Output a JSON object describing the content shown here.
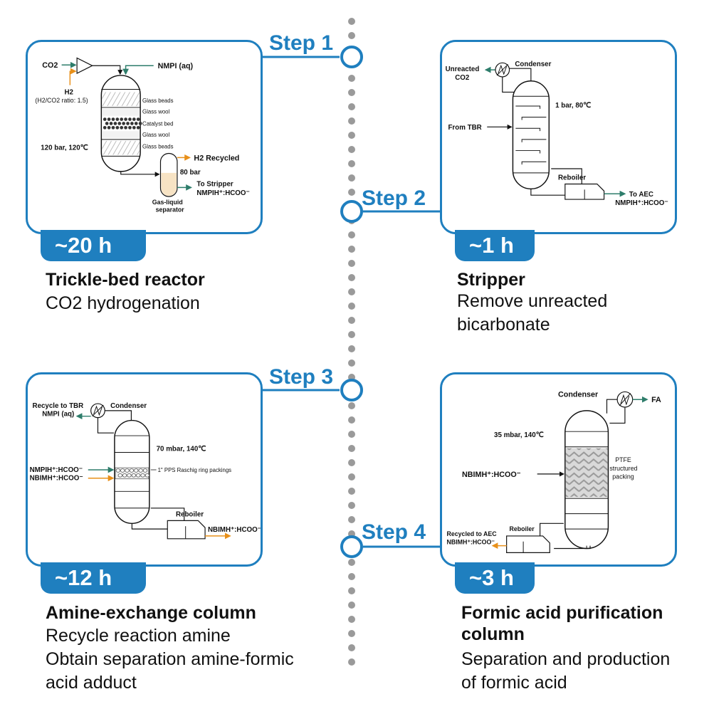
{
  "steps": [
    {
      "label": "Step 1",
      "duration": "~20 h",
      "title": "Trickle-bed reactor",
      "desc_lines": [
        "CO2 hydrogenation"
      ],
      "labels": {
        "co2": "CO2",
        "h2": "H2",
        "h2_ratio": "(H2/CO2 ratio: 1.5)",
        "nmpi": "NMPI (aq)",
        "glass_beads_top": "Glass beads",
        "glass_wool_top": "Glass wool",
        "catalyst": "Catalyst bed",
        "glass_wool_bottom": "Glass wool",
        "glass_beads_bottom": "Glass beads",
        "conditions": "120 bar, 120℃",
        "h2_recycled": "H2 Recycled",
        "pressure": "80 bar",
        "to_stripper": "To Stripper",
        "product": "NMPIH⁺:HCOO⁻",
        "separator_1": "Gas-liquid",
        "separator_2": "separator"
      }
    },
    {
      "label": "Step 2",
      "duration": "~1 h",
      "title": "Stripper",
      "desc_lines": [
        "Remove unreacted",
        "bicarbonate"
      ],
      "labels": {
        "unreacted_1": "Unreacted",
        "unreacted_2": "CO2",
        "condenser": "Condenser",
        "conditions": "1 bar, 80℃",
        "from_tbr": "From TBR",
        "reboiler": "Reboiler",
        "to_aec": "To AEC",
        "product": "NMPIH⁺:HCOO⁻"
      }
    },
    {
      "label": "Step 3",
      "duration": "~12 h",
      "title": "Amine-exchange column",
      "desc_lines": [
        "Recycle reaction amine",
        "Obtain separation amine-formic",
        "acid adduct"
      ],
      "labels": {
        "recycle_1": "Recycle to TBR",
        "recycle_2": "NMPI (aq)",
        "condenser": "Condenser",
        "conditions": "70 mbar, 140℃",
        "feed_1": "NMPIH⁺:HCOO⁻",
        "feed_2": "NBIMH⁺:HCOO⁻",
        "packing": "1\" PPS Raschig ring packings",
        "reboiler": "Reboiler",
        "product": "NBIMH⁺:HCOO⁻"
      }
    },
    {
      "label": "Step 4",
      "duration": "~3 h",
      "title": "Formic acid purification column",
      "desc_lines": [
        "Separation and production",
        "of formic acid"
      ],
      "labels": {
        "condenser": "Condenser",
        "fa": "FA",
        "conditions": "35 mbar, 140℃",
        "feed": "NBIMH⁺:HCOO⁻",
        "ptfe_1": "PTFE",
        "ptfe_2": "structured",
        "ptfe_3": "packing",
        "reboiler": "Reboiler",
        "recycled_1": "Recycled to AEC",
        "recycled_2": "NBIMH⁺:HCOO⁻"
      }
    }
  ],
  "colors": {
    "accent": "#1f7fbf",
    "stream_green": "#2e7d6b",
    "stream_orange": "#e8901a",
    "timeline_dot": "#9a9a9a",
    "separator_fill": "#f7e3c4",
    "catalyst": "#333333"
  }
}
